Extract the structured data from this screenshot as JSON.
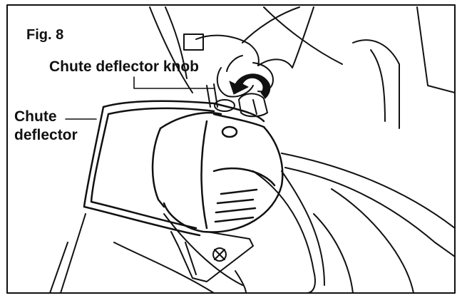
{
  "figure": {
    "number_label": "Fig. 8",
    "callouts": {
      "knob_label": "Chute deflector knob",
      "deflector_label_line1": "Chute",
      "deflector_label_line2": "deflector"
    }
  },
  "colors": {
    "line": "#111111",
    "background": "#ffffff",
    "shade": "#eeeeee"
  },
  "icons": {
    "rotation_arrow": "curved-arrow-icon"
  }
}
